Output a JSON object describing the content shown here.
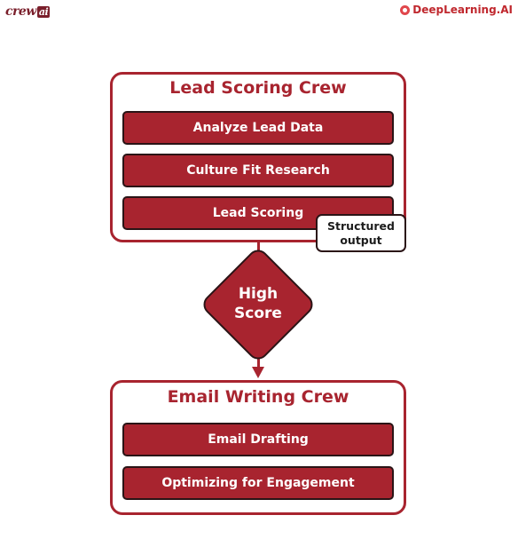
{
  "brand": {
    "crew_logo": "crew",
    "crew_logo_ai": "ai",
    "deeplearning_logo": "DeepLearning.AI"
  },
  "colors": {
    "accent": "#a8242f",
    "outline": "#2a1416",
    "brand_red": "#c0282e"
  },
  "lead_crew": {
    "title": "Lead Scoring Crew",
    "tasks": [
      "Analyze Lead Data",
      "Culture Fit Research",
      "Lead Scoring"
    ],
    "output_label_line1": "Structured",
    "output_label_line2": "output"
  },
  "decision": {
    "line1": "High",
    "line2": "Score"
  },
  "email_crew": {
    "title": "Email Writing Crew",
    "tasks": [
      "Email Drafting",
      "Optimizing for Engagement"
    ]
  }
}
